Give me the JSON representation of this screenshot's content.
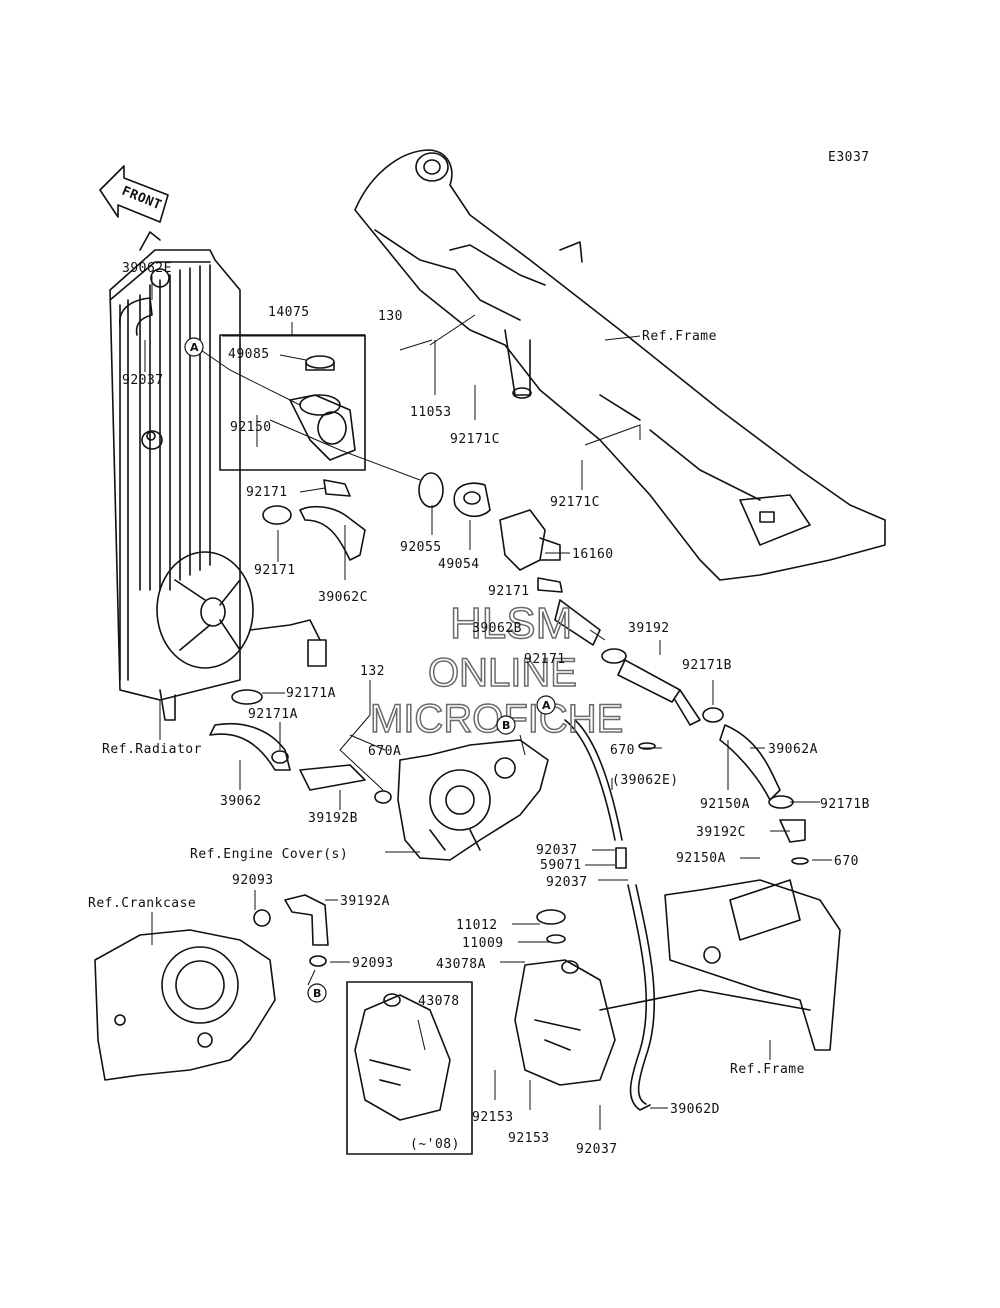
{
  "diagram_code": "E3037",
  "front_label": "FRONT",
  "watermark": {
    "line1": "HLSM",
    "line2": "ONLINE",
    "line3": "MICROFICHE"
  },
  "callouts": [
    "A",
    "A",
    "B",
    "B"
  ],
  "part_labels": [
    "39062E",
    "92037",
    "14075",
    "49085",
    "92150",
    "92171",
    "92171",
    "130",
    "11053",
    "92171C",
    "92171C",
    "Ref.Frame",
    "92055",
    "49054",
    "16160",
    "39062C",
    "92171",
    "39062B",
    "92171",
    "39192",
    "92171B",
    "Ref.Radiator",
    "132",
    "92171A",
    "92171A",
    "670A",
    "39062",
    "39192B",
    "670",
    "(39062E)",
    "39062A",
    "92150A",
    "92171B",
    "39192C",
    "92150A",
    "670",
    "Ref.Engine Cover(s)",
    "92037",
    "59071",
    "92037",
    "Ref.Crankcase",
    "92093",
    "39192A",
    "92093",
    "11012",
    "11009",
    "43078A",
    "43078",
    "(~'08)",
    "92153",
    "92153",
    "92037",
    "39062D",
    "Ref.Frame"
  ]
}
